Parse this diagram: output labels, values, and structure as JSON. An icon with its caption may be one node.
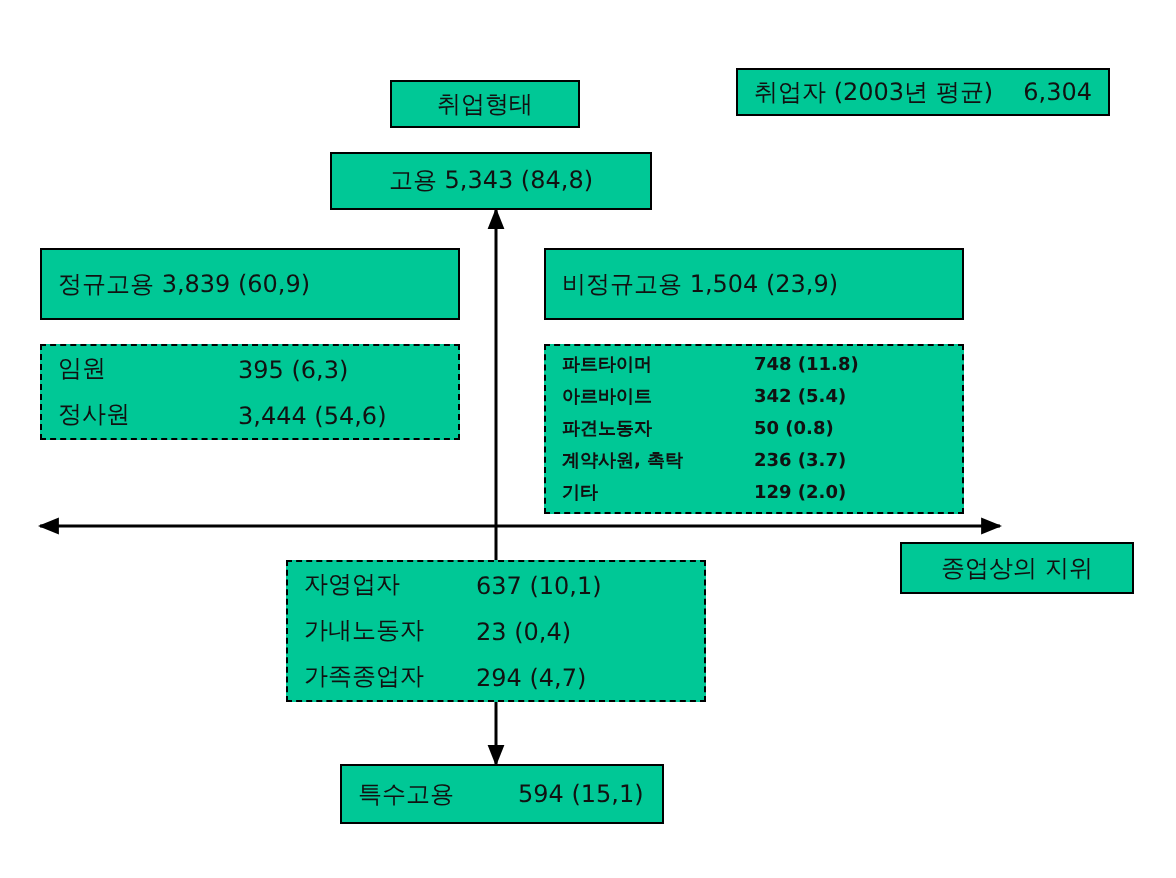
{
  "diagram": {
    "nodes": [
      {
        "text": [
          "취업형태"
        ]
      },
      {
        "text": [
          "취업자 (2003년 평균)",
          "6,304"
        ]
      },
      {
        "text": [
          "고용 5,343 (84,8)"
        ]
      },
      {
        "text": [
          "정규고용 3,839 (60,9)"
        ]
      },
      {
        "text": [
          "비정규고용 1,504 (23,9)"
        ]
      },
      {
        "text": [
          "임원",
          "395 (6,3)",
          "정사원",
          "3,444 (54,6)"
        ]
      },
      {
        "text": [
          "파트타이머",
          "748 (11.8)",
          "아르바이트",
          "342 (5.4)",
          "파견노동자",
          "50 (0.8)",
          "계약사원, 촉탁",
          "236 (3.7)",
          "기타",
          "129 (2.0)"
        ]
      },
      {
        "text": [
          "자영업자",
          "637 (10,1)",
          "가내노동자",
          "23 (0,4)",
          "가족종업자",
          "294 (4,7)"
        ]
      },
      {
        "text": [
          "특수고용",
          "594 (15,1)"
        ]
      },
      {
        "text": [
          "종업상의 지위"
        ]
      }
    ],
    "edges": [
      {
        "from": 7,
        "to": 2,
        "arrow": "to"
      },
      {
        "from": 7,
        "to": 8,
        "arrow": "to"
      }
    ]
  }
}
